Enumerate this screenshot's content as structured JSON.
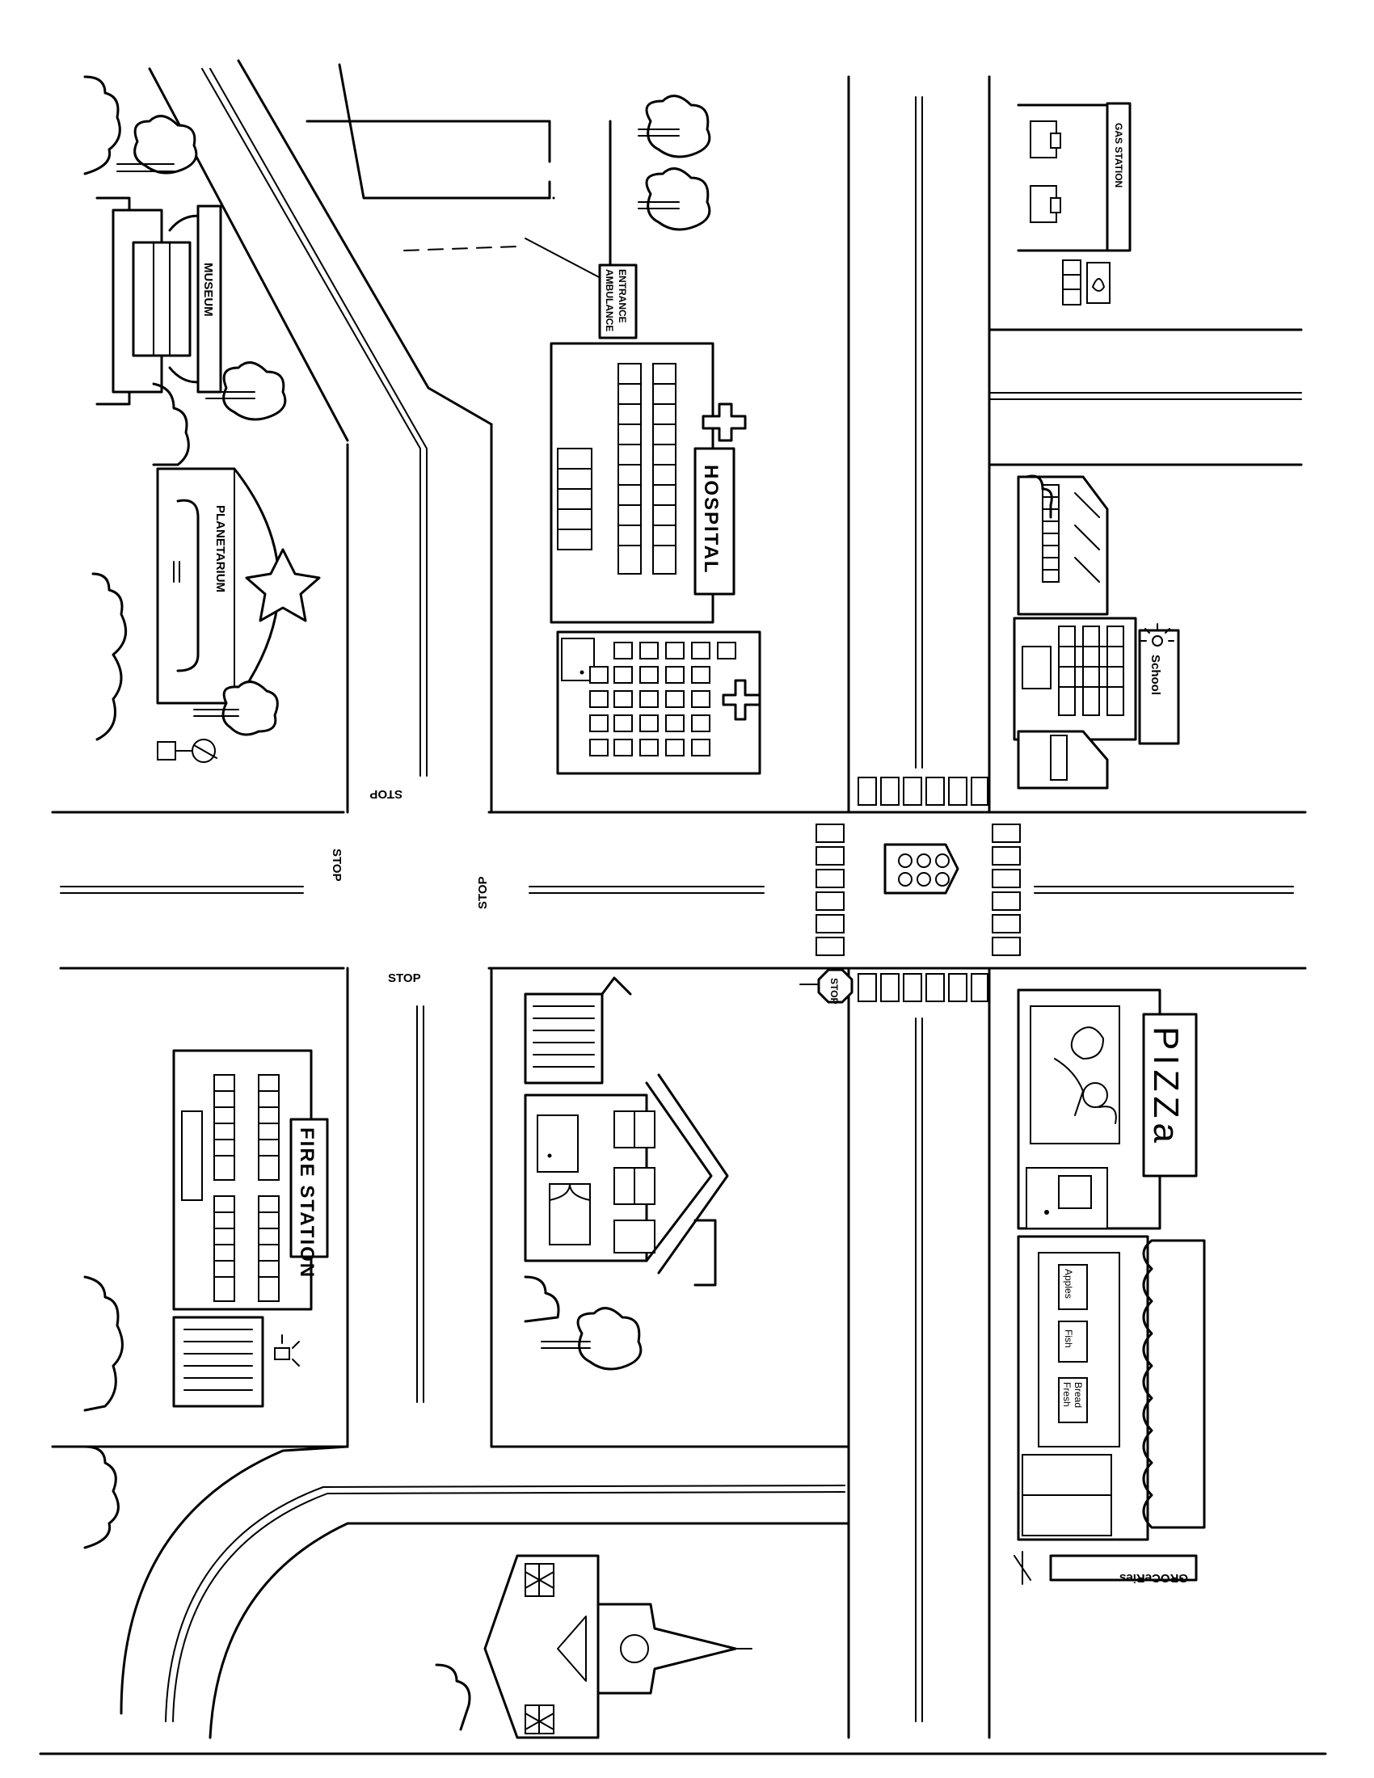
{
  "labels": {
    "museum": "MUSEUM",
    "planetarium": "PLANETARIUM",
    "hospital": "HOSPITAL",
    "ambulance_line1": "AMBULANCE",
    "ambulance_line2": "ENTRANCE",
    "gas_station": "GAS STATION",
    "school": "School",
    "fire_station": "FIRE STATION",
    "pizza": "PIZZa",
    "groceries": "GROCeRies",
    "stop_sign": "STOP",
    "road_stop": "STOP",
    "grocery_sign_1": "Apples",
    "grocery_sign_2": "Fish",
    "grocery_sign_3_line1": "Fresh",
    "grocery_sign_3_line2": "Bread"
  },
  "icons": [
    "tree-icon",
    "bush-icon",
    "star-icon",
    "cross-icon",
    "traffic-light-icon",
    "stop-sign-icon",
    "gas-pump-icon",
    "sun-icon",
    "chef-icon",
    "church-icon",
    "siren-icon"
  ]
}
